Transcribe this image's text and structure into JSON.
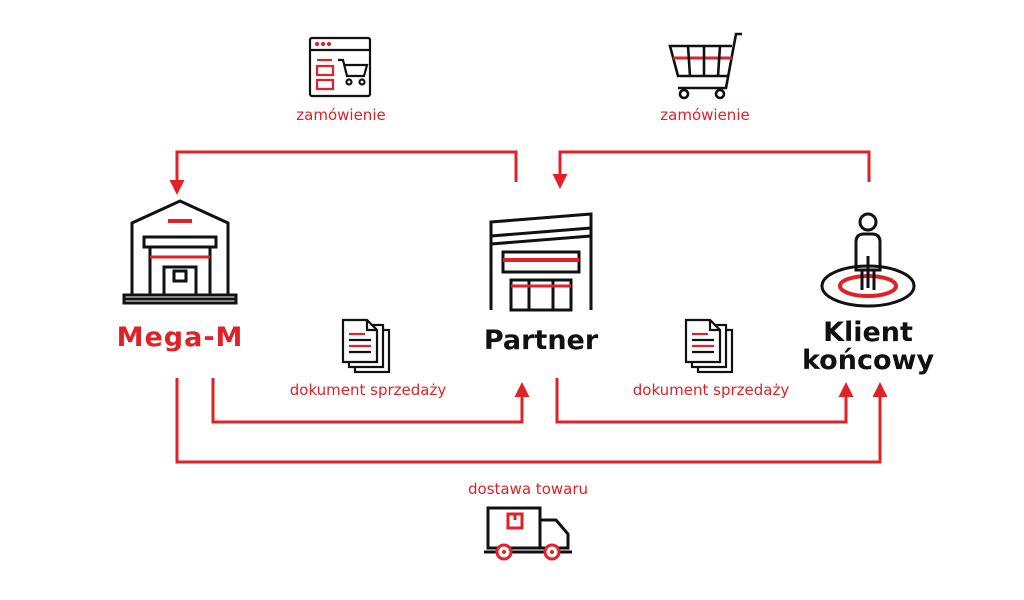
{
  "colors": {
    "accent": "#e02127",
    "ink": "#111111"
  },
  "icons": {
    "order_top_left": "web-shop-cart-icon",
    "order_top_right": "shopping-cart-icon",
    "megam": "warehouse-icon",
    "partner": "store-building-icon",
    "client": "person-on-target-icon",
    "doc_left": "documents-icon",
    "doc_right": "documents-icon",
    "truck": "delivery-truck-icon"
  },
  "labels": {
    "order_left": "zamówienie",
    "order_right": "zamówienie",
    "sales_doc_left": "dokument sprzedaży",
    "sales_doc_right": "dokument sprzedaży",
    "delivery": "dostawa towaru"
  },
  "nodes": {
    "megam": "Mega-M",
    "partner": "Partner",
    "client_line1": "Klient",
    "client_line2": "końcowy"
  }
}
